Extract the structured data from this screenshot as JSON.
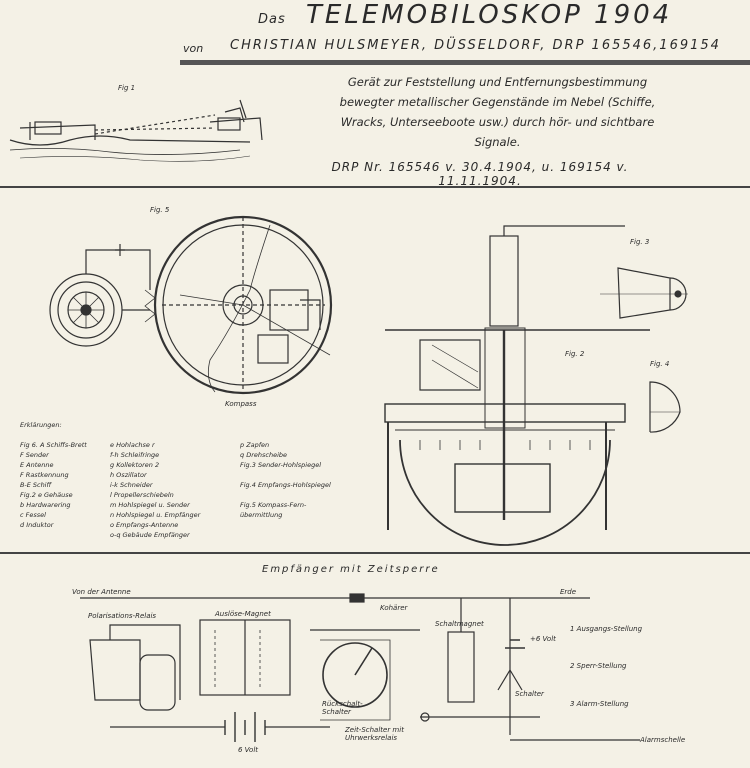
{
  "header": {
    "das": "Das",
    "title": "TELEMOBILOSKOP 1904",
    "von": "von",
    "author": "CHRISTIAN HULSMEYER, DÜSSELDORF, DRP 165546,169154"
  },
  "description": [
    "Gerät zur Feststellung und Entfernungsbestimmung",
    "bewegter metallischer Gegenstände im Nebel (Schiffe,",
    "Wracks, Unterseeboote usw.) durch hör- und sichtbare",
    "Signale."
  ],
  "patents": "DRP Nr. 165546 v. 30.4.1904, u. 169154 v. 11.11.1904.",
  "figures": {
    "fig1": "Fig 1",
    "fig3": "Fig. 3",
    "fig2": "Fig. 2",
    "fig4": "Fig. 4",
    "fig5": "Fig. 5",
    "kompass": "Kompass"
  },
  "legend": {
    "heading": "Erklärungen:",
    "col1": [
      "Fig 6. A Schiffs-Brett",
      "   F Sender",
      "   E Antenne",
      "   F Rastkennung",
      "   B-E Schiff",
      "Fig.2 e Gehäuse",
      "   b Hardwarering",
      "   c Fessel",
      "   d Induktor"
    ],
    "col2": [
      "e Hohlachse r",
      "f-h Schleifringe",
      "g Kollektoren 2",
      "h Oszillator",
      "i-k Schneider",
      "l Propellerschiebeln",
      "m Hohlspiegel u. Sender",
      "n Hohlspiegel u. Empfänger",
      "o Empfangs-Antenne",
      "o-q Gebäude Empfänger"
    ],
    "col3": [
      "p Zapfen",
      "q Drehscheibe",
      "Fig.3 Sender-Hohlspiegel",
      "",
      "Fig.4 Empfangs-Hohlspiegel",
      "",
      "Fig.5 Kompass-Fern-",
      "   übermittlung"
    ]
  },
  "circuit": {
    "title": "Empfänger mit Zeitsperre",
    "from_antenna": "Von der Antenne",
    "to_earth": "Erde",
    "coherer": "Kohärer",
    "relay": "Polarisations-Relais",
    "release_magnet": "Auslöse-Magnet",
    "switch_magnet": "Schaltmagnet",
    "battery": "6 Volt",
    "battery2": "+6 Volt",
    "switch": "Schalter",
    "back_switch": "Rückschalt-Schalter",
    "timer_switch": "Zeit-Schalter mit Uhrwerksrelais",
    "alarm_bell": "Alarmschelle",
    "positions": [
      "1 Ausgangs-Stellung",
      "2 Sperr-Stellung",
      "3 Alarm-Stellung"
    ]
  }
}
